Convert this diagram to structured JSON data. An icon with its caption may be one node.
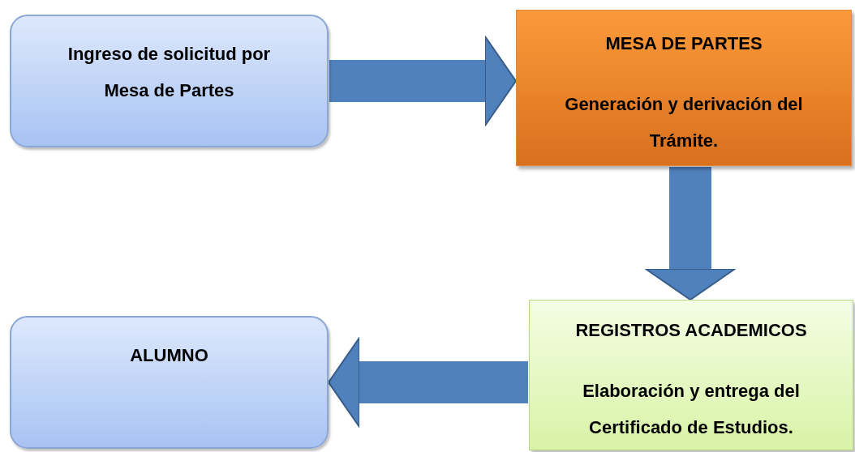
{
  "diagram": {
    "nodes": [
      {
        "text": [
          "Ingreso de solicitud por Mesa de Partes"
        ]
      },
      {
        "text": [
          "MESA DE PARTES",
          "Generación y derivación del Trámite."
        ]
      },
      {
        "text": [
          "REGISTROS ACADEMICOS",
          "Elaboración y entrega del Certificado de Estudios."
        ]
      },
      {
        "text": [
          "ALUMNO"
        ]
      }
    ],
    "edges": [
      {
        "from": 0,
        "to": 1,
        "arrow": "to"
      },
      {
        "from": 1,
        "to": 2,
        "arrow": "to"
      },
      {
        "from": 2,
        "to": 3,
        "arrow": "to"
      }
    ]
  }
}
